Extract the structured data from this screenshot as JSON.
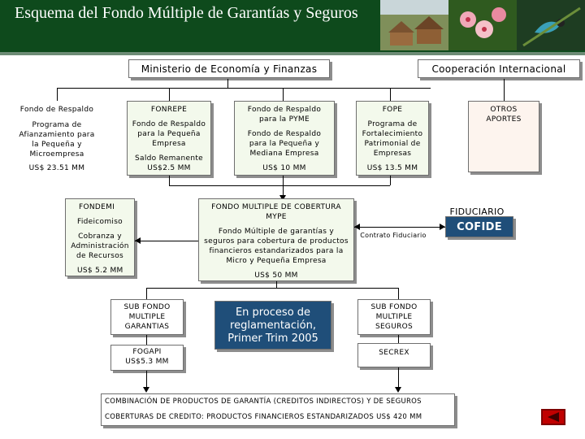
{
  "title": "Esquema del Fondo Múltiple de Garantías y Seguros",
  "ministerio": "Ministerio de Economía y Finanzas",
  "cooperacion": "Cooperación Internacional",
  "fondos": [
    {
      "name": "Fondo de Respaldo",
      "desc": "Programa de Afianzamiento para la Pequeña y Microempresa",
      "amount": "US$ 23.51 MM"
    },
    {
      "name": "FONREPE",
      "desc": "Fondo de Respaldo para la Pequeña Empresa",
      "extra": "Saldo Remanente",
      "amount": "US$2.5 MM"
    },
    {
      "name": "Fondo de Respaldo para la PYME",
      "desc": "Fondo de Respaldo para la Pequeña y Mediana Empresa",
      "amount": "US$ 10 MM"
    },
    {
      "name": "FOPE",
      "desc": "Programa de Fortalecimiento Patrimonial de Empresas",
      "amount": "US$ 13.5 MM"
    },
    {
      "name": "OTROS APORTES"
    }
  ],
  "fondemi": {
    "name": "FONDEMI",
    "line1": "Fideicomiso",
    "line2": "Cobranza y Administración de Recursos",
    "amount": "US$ 5.2 MM"
  },
  "fmc": {
    "name": "FONDO MULTIPLE DE COBERTURA MYPE",
    "desc": "Fondo Múltiple de garantías y seguros para cobertura de productos financieros estandarizados para la Micro y Pequeña Empresa",
    "amount": "US$ 50 MM"
  },
  "fiduciario": {
    "label": "FIDUCIARIO",
    "name": "COFIDE",
    "contract": "Contrato Fiduciario"
  },
  "sub_garantias": {
    "name": "SUB FONDO MULTIPLE GARANTIAS",
    "child": "FOGAPI",
    "child_amount": "US$5.3 MM"
  },
  "reglamentacion": "En proceso de reglamentación, Primer Trim 2005",
  "sub_seguros": {
    "name": "SUB FONDO MULTIPLE SEGUROS",
    "child": "SECREX"
  },
  "bottom_line1": "COMBINACIÓN DE PRODUCTOS DE GARANTÍA (CREDITOS INDIRECTOS) Y DE SEGUROS",
  "bottom_line2": "COBERTURAS DE CREDITO: PRODUCTOS FINANCIEROS ESTANDARIZADOS US$ 420 MM",
  "colors": {
    "header": "#0e4a1c",
    "box_green": "#f3f9ec",
    "box_pink": "#fdf4ee",
    "cofide": "#1f4e79"
  },
  "icons": {
    "back": "back-arrow-icon"
  }
}
